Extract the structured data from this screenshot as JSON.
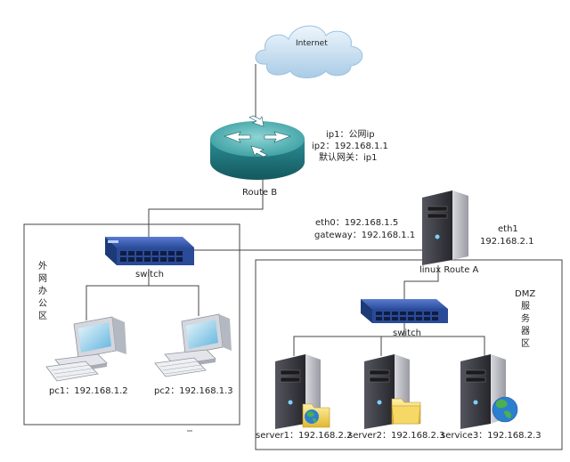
{
  "internet": {
    "label": "Internet"
  },
  "router_b": {
    "label": "Route B",
    "info": [
      "ip1：公网ip",
      "ip2：192.168.1.1",
      "默认网关：ip1"
    ]
  },
  "zone_lan": {
    "title": "外网办公区",
    "switch_label": "switch",
    "pcs": [
      {
        "label": "pc1：192.168.1.2"
      },
      {
        "label": "pc2：192.168.1.3"
      }
    ]
  },
  "linux_router": {
    "label": "linux  Route  A",
    "eth0": "eth0：192.168.1.5",
    "gateway": "gateway：192.168.1.1",
    "eth1_name": "eth1",
    "eth1_ip": "192.168.2.1"
  },
  "zone_dmz": {
    "title_top": "DMZ",
    "title_rest": "服务器区",
    "switch_label": "switch",
    "servers": [
      {
        "label": "server1：192.168.2.2"
      },
      {
        "label": "server2：192.168.2.3"
      },
      {
        "label": "service3：192.168.2.3"
      }
    ]
  },
  "colors": {
    "line": "#444444",
    "router_body": "#2e8f95",
    "switch_body": "#2c4f9e",
    "server_body": "#2f2f37",
    "cloud": "#c6dff2"
  }
}
